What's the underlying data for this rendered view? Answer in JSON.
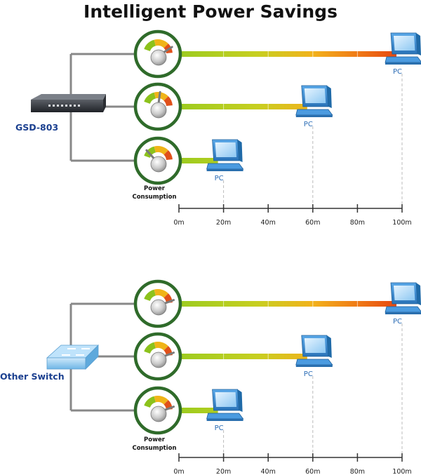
{
  "title": "Intelligent Power Savings",
  "colors": {
    "switch_label": "#1a3f8f",
    "gauge_ring": "#2f6b2a",
    "pc_blue": "#3b8fd6",
    "axis": "#333333",
    "bar_start": "#9ccc1f",
    "bar_end": "#e84a12"
  },
  "scale": {
    "ticks": [
      "0m",
      "20m",
      "40m",
      "60m",
      "80m",
      "100m"
    ]
  },
  "panels": [
    {
      "id": "top",
      "switch_name": "GSD-803",
      "switch_icon": "gigabit-switch-icon",
      "consumption_label": [
        "Power",
        "Consumption"
      ],
      "links": [
        {
          "pc_label": "PC",
          "distance_m": 100,
          "needle_level": 0.82
        },
        {
          "pc_label": "PC",
          "distance_m": 60,
          "needle_level": 0.5
        },
        {
          "pc_label": "PC",
          "distance_m": 20,
          "needle_level": 0.18
        }
      ]
    },
    {
      "id": "bottom",
      "switch_name": "Other Switch",
      "switch_icon": "generic-switch-icon",
      "consumption_label": [
        "Power",
        "Consumption"
      ],
      "links": [
        {
          "pc_label": "PC",
          "distance_m": 100,
          "needle_level": 0.9
        },
        {
          "pc_label": "PC",
          "distance_m": 60,
          "needle_level": 0.9
        },
        {
          "pc_label": "PC",
          "distance_m": 20,
          "needle_level": 0.9
        }
      ]
    }
  ]
}
